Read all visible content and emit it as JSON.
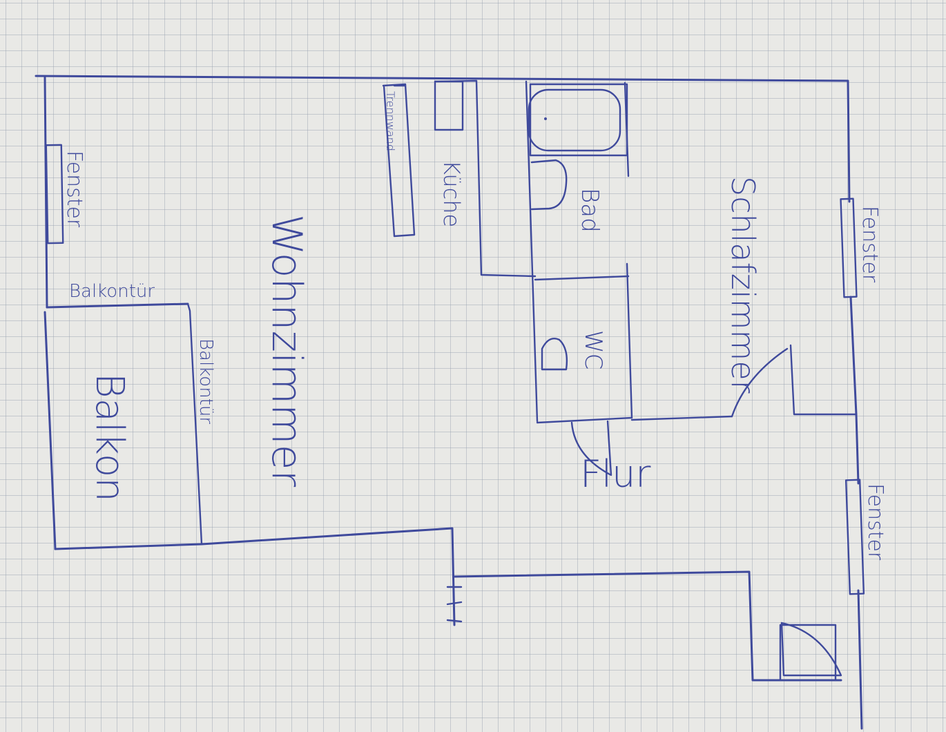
{
  "labels": {
    "wohnzimmer": "Wohnzimmer",
    "schlafzimmer": "Schlafzimmer",
    "kueche": "Küche",
    "bad": "Bad",
    "wc": "WC",
    "flur": "Flur",
    "balkon": "Balkon",
    "trennwand": "Trennwand",
    "fenster_left": "Fenster",
    "fenster_right_top": "Fenster",
    "fenster_right_bottom": "Fenster",
    "balkontuer_top": "Balkontür",
    "balkontuer_right": "Balkontür"
  },
  "colors": {
    "ink": "#3f4a9c",
    "paper": "#e9e9e6",
    "grid": "#96a0af"
  }
}
